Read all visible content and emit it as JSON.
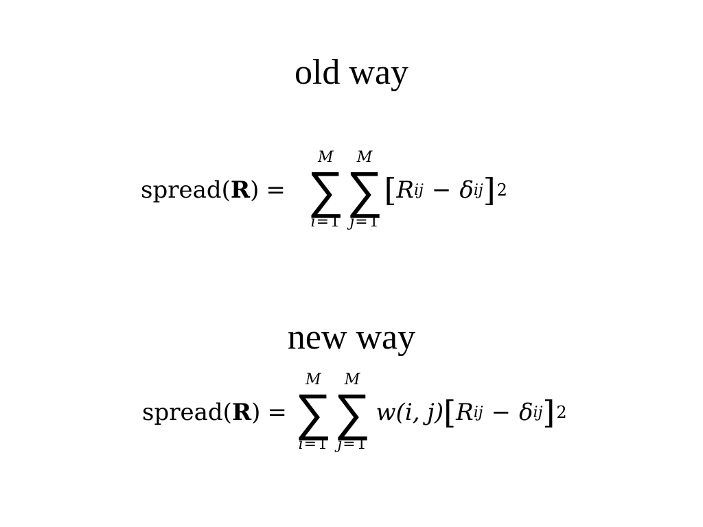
{
  "headings": {
    "old": "old way",
    "new": "new way"
  },
  "formula_old": {
    "fn": "spread(",
    "arg": "R",
    "close": ")",
    "equals": "=",
    "sum1": {
      "upper": "M",
      "lower_var": "i",
      "lower_eq": "=",
      "lower_val": "1",
      "symbol": "∑"
    },
    "sum2": {
      "upper": "M",
      "lower_var": "j",
      "lower_eq": "=",
      "lower_val": "1",
      "symbol": "∑"
    },
    "bracket_open": "[",
    "R": "R",
    "R_sub": "ij",
    "minus": "−",
    "delta": "δ",
    "delta_sub": "ij",
    "bracket_close": "]",
    "power": "2"
  },
  "formula_new": {
    "fn": "spread(",
    "arg": "R",
    "close": ")",
    "equals": "=",
    "sum1": {
      "upper": "M",
      "lower_var": "i",
      "lower_eq": "=",
      "lower_val": "1",
      "symbol": "∑"
    },
    "sum2": {
      "upper": "M",
      "lower_var": "j",
      "lower_eq": "=",
      "lower_val": "1",
      "symbol": "∑"
    },
    "weight": "w(i, j)",
    "bracket_open": "[",
    "R": "R",
    "R_sub": "ij",
    "minus": "−",
    "delta": "δ",
    "delta_sub": "ij",
    "bracket_close": "]",
    "power": "2"
  }
}
